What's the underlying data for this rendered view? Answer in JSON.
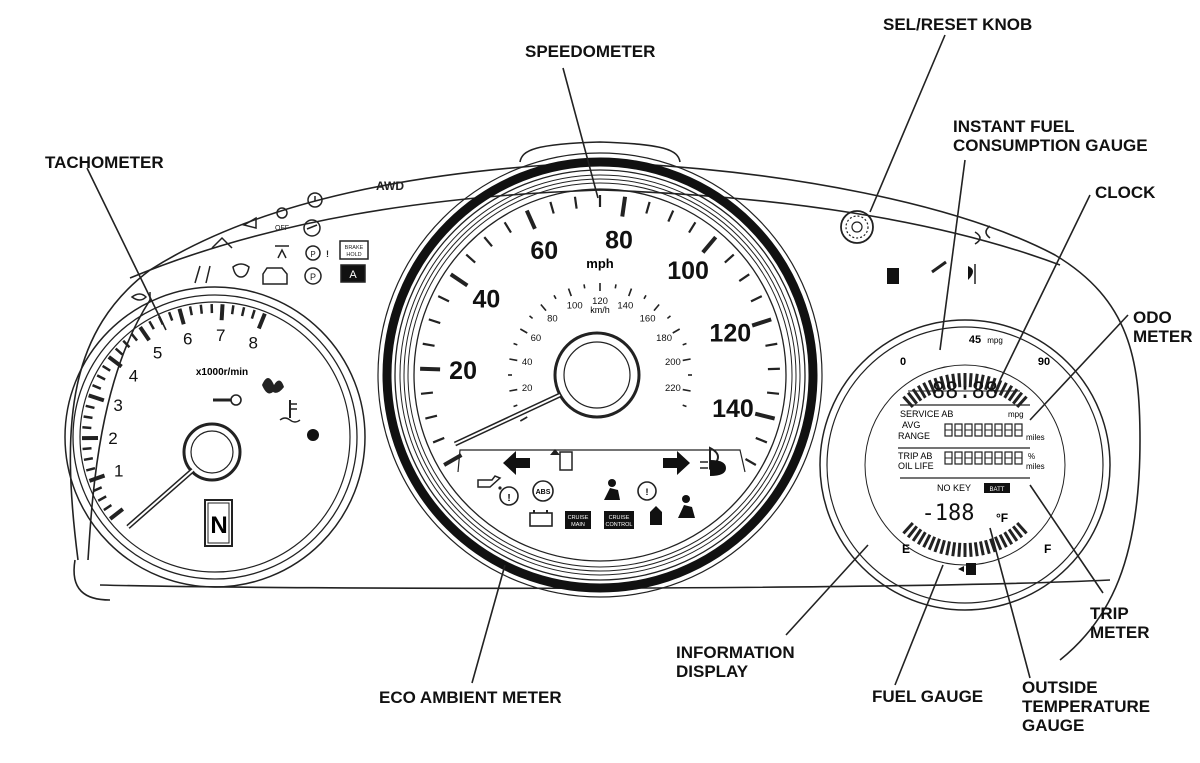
{
  "labels": {
    "speedometer": "SPEEDOMETER",
    "sel_reset_knob": "SEL/RESET KNOB",
    "tachometer": "TACHOMETER",
    "instant_fuel_1": "INSTANT FUEL",
    "instant_fuel_2": "CONSUMPTION GAUGE",
    "clock": "CLOCK",
    "odo_1": "ODO",
    "odo_2": "METER",
    "trip_1": "TRIP",
    "trip_2": "METER",
    "information_1": "INFORMATION",
    "information_2": "DISPLAY",
    "eco_ambient": "ECO AMBIENT METER",
    "fuel_gauge": "FUEL GAUGE",
    "outside_temp_1": "OUTSIDE",
    "outside_temp_2": "TEMPERATURE",
    "outside_temp_3": "GAUGE"
  },
  "cluster": {
    "awd": "AWD",
    "tach_numbers": [
      "1",
      "2",
      "3",
      "4",
      "5",
      "6",
      "7",
      "8"
    ],
    "tach_unit": "x1000r/min",
    "speed_numbers": [
      "20",
      "40",
      "60",
      "80",
      "100",
      "120",
      "140"
    ],
    "speed_unit": "mph",
    "kmh_numbers": [
      "20",
      "40",
      "60",
      "80",
      "100",
      "120",
      "140",
      "160",
      "180",
      "200",
      "220"
    ],
    "kmh_unit": "km/h",
    "gear": "N",
    "brake_hold_1": "BRAKE",
    "brake_hold_2": "HOLD",
    "cruise_main_1": "CRUISE",
    "cruise_main_2": "MAIN",
    "cruise_control_1": "CRUISE",
    "cruise_control_2": "CONTROL",
    "abs": "ABS",
    "p": "P",
    "a": "A",
    "off": "OFF"
  },
  "info_display": {
    "gauge_left": "0",
    "gauge_mid": "45",
    "gauge_mid_unit": "mpg",
    "gauge_right": "90",
    "clock": "88:88",
    "service": "SERVICE AB",
    "mpg": "mpg",
    "avg": "AVG",
    "range": "RANGE",
    "miles": "miles",
    "trip": "TRIP AB",
    "oil_life": "OIL LIFE",
    "percent": "%",
    "no_key": "NO KEY",
    "batt": "BATT",
    "temp": "-188",
    "temp_unit": "°F",
    "fuel_e": "E",
    "fuel_f": "F"
  }
}
